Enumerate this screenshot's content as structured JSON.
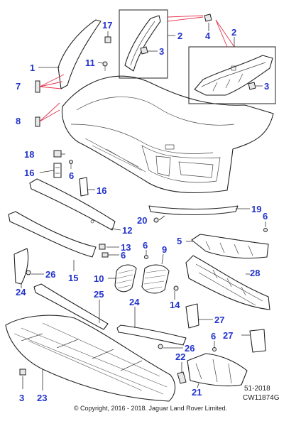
{
  "diagram": {
    "reference": "51-2018",
    "illustration_code": "CW11874G",
    "copyright": "© Copyright, 2016 - 2018. Jaguar Land Rover Limited.",
    "callout_color": "#2233cc",
    "leader_highlight_color": "#e2324a"
  },
  "callouts": {
    "c1": "1",
    "c2a": "2",
    "c2b": "2",
    "c3a": "3",
    "c3b": "3",
    "c3c": "3",
    "c4": "4",
    "c5": "5",
    "c6a": "6",
    "c6b": "6",
    "c6c": "6",
    "c6d": "6",
    "c6e": "6",
    "c7": "7",
    "c8": "8",
    "c9": "9",
    "c10": "10",
    "c11": "11",
    "c12": "12",
    "c13": "13",
    "c14": "14",
    "c15": "15",
    "c16a": "16",
    "c16b": "16",
    "c17": "17",
    "c18": "18",
    "c19": "19",
    "c20": "20",
    "c21": "21",
    "c22": "22",
    "c23": "23",
    "c24a": "24",
    "c24b": "24",
    "c25": "25",
    "c26a": "26",
    "c26b": "26",
    "c27a": "27",
    "c27b": "27",
    "c28": "28"
  }
}
